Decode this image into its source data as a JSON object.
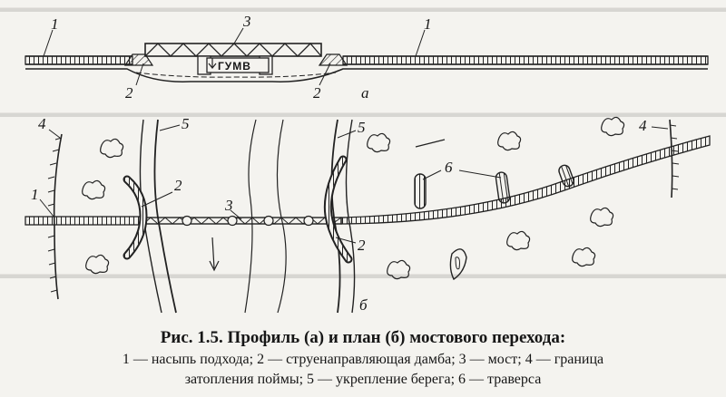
{
  "figure": {
    "labels": {
      "top_1a": "1",
      "top_3": "3",
      "top_1b": "1",
      "top_2a": "2",
      "top_2b": "2",
      "top_a": "а",
      "gumv": "ГУМВ",
      "plan_4a": "4",
      "plan_5a": "5",
      "plan_2a": "2",
      "plan_1": "1",
      "plan_3": "3",
      "plan_5b": "5",
      "plan_2b": "2",
      "plan_6": "6",
      "plan_4b": "4",
      "plan_b": "б"
    }
  },
  "caption": {
    "fig_prefix": "Рис. 1.5.",
    "title_text": "Профиль (а) и план (б) мостового перехода:",
    "legend_line1": "1 — насыпь подхода; 2 — струенаправляющая дамба; 3 — мост; 4 — граница",
    "legend_line2": "затопления поймы; 5 — укрепление берега; 6 — траверса"
  }
}
